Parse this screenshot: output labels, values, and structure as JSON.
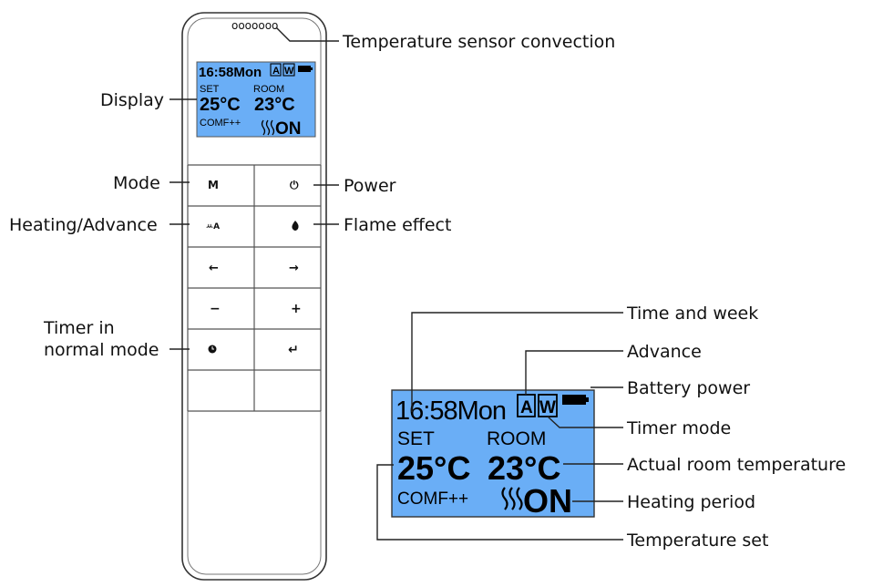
{
  "remote": {
    "sensor_dots": "ooooooo",
    "keys": {
      "mode": "M",
      "power": "⏻",
      "heating_advance": "ꕁA",
      "flame": "🔥",
      "left": "←",
      "right": "→",
      "minus": "−",
      "plus": "+",
      "timer": "◷",
      "enter": "↵"
    }
  },
  "lcd": {
    "time_week": "16:58Mon",
    "advance_icon": "A",
    "timer_icon": "W",
    "set_label": "SET",
    "room_label": "ROOM",
    "set_temp": "25°C",
    "room_temp": "23°C",
    "mode_text": "COMF++",
    "heat_state": "ON"
  },
  "callouts": {
    "sensor": "Temperature sensor convection",
    "display": "Display",
    "mode": "Mode",
    "power": "Power",
    "heating_advance": "Heating/Advance",
    "flame": "Flame effect",
    "timer_line1": "Timer in",
    "timer_line2": "normal mode",
    "time_week": "Time and week",
    "advance": "Advance",
    "battery": "Battery power",
    "timer_mode": "Timer mode",
    "actual_room": "Actual room temperature",
    "heating_period": "Heating period",
    "temp_set": "Temperature set"
  },
  "colors": {
    "lcd_bg": "#6aaef6",
    "outline": "#333333"
  }
}
